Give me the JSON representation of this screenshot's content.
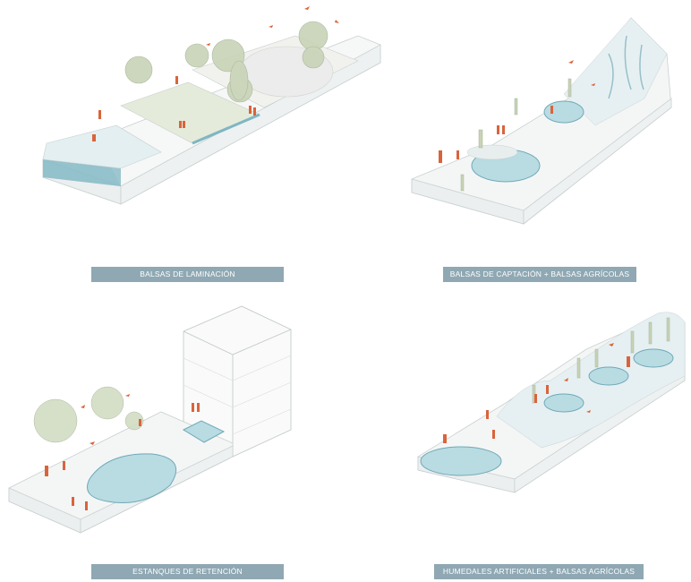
{
  "panels": [
    {
      "id": "laminacion",
      "caption": "BALSAS DE LAMINACIÓN"
    },
    {
      "id": "captacion",
      "caption": "BALSAS DE CAPTACIÓN + BALSAS AGRÍCOLAS"
    },
    {
      "id": "retencion",
      "caption": "ESTANQUES DE RETENCIÓN"
    },
    {
      "id": "humedales",
      "caption": "HUMEDALES ARTIFICIALES + BALSAS AGRÍCOLAS"
    }
  ],
  "colors": {
    "caption_bg": "#8fa8b3",
    "water": "#b9dbe2",
    "water_edge": "#6fa9b8",
    "ground": "#f4f6f5",
    "lawn": "#e5ebda",
    "figures": "#d9643c",
    "trees": "#b9c7a7",
    "outline": "#c9d0d0"
  }
}
